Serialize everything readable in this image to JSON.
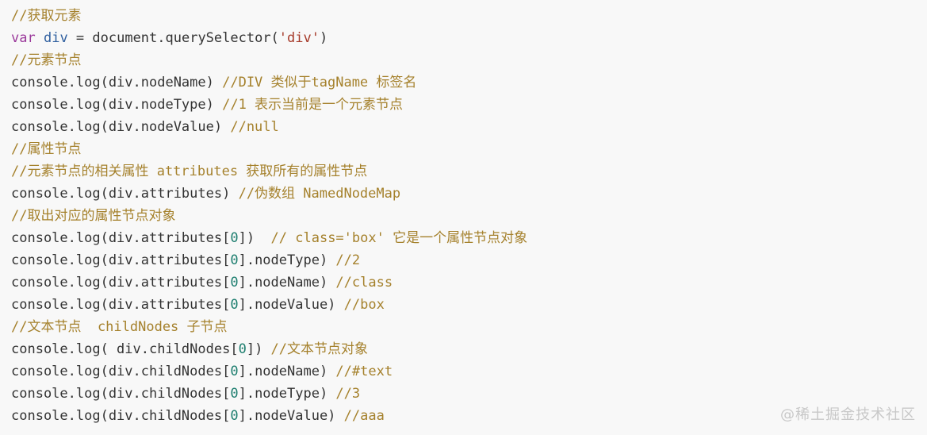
{
  "colors": {
    "background": "#f8f8f8",
    "plain": "#333333",
    "comment": "#a5812c",
    "keyword": "#9b3a9b",
    "variable": "#2f5f9f",
    "string": "#a63a2a",
    "number": "#1f7f70"
  },
  "code_lines": [
    [
      {
        "t": "//获取元素",
        "c": "comment"
      }
    ],
    [
      {
        "t": "var",
        "c": "keyword"
      },
      {
        "t": " "
      },
      {
        "t": "div",
        "c": "var"
      },
      {
        "t": " = document.querySelector("
      },
      {
        "t": "'div'",
        "c": "string"
      },
      {
        "t": ")"
      }
    ],
    [
      {
        "t": "//元素节点",
        "c": "comment"
      }
    ],
    [
      {
        "t": "console.log(div.nodeName) "
      },
      {
        "t": "//DIV 类似于tagName 标签名",
        "c": "comment"
      }
    ],
    [
      {
        "t": "console.log(div.nodeType) "
      },
      {
        "t": "//1 表示当前是一个元素节点",
        "c": "comment"
      }
    ],
    [
      {
        "t": "console.log(div.nodeValue) "
      },
      {
        "t": "//null",
        "c": "comment"
      }
    ],
    [
      {
        "t": "//属性节点",
        "c": "comment"
      }
    ],
    [
      {
        "t": "//元素节点的相关属性 attributes 获取所有的属性节点",
        "c": "comment"
      }
    ],
    [
      {
        "t": "console.log(div.attributes) "
      },
      {
        "t": "//伪数组 NamedNodeMap",
        "c": "comment"
      }
    ],
    [
      {
        "t": "//取出对应的属性节点对象",
        "c": "comment"
      }
    ],
    [
      {
        "t": "console.log(div.attributes["
      },
      {
        "t": "0",
        "c": "number"
      },
      {
        "t": "])  "
      },
      {
        "t": "// class='box' 它是一个属性节点对象",
        "c": "comment"
      }
    ],
    [
      {
        "t": "console.log(div.attributes["
      },
      {
        "t": "0",
        "c": "number"
      },
      {
        "t": "].nodeType) "
      },
      {
        "t": "//2",
        "c": "comment"
      }
    ],
    [
      {
        "t": "console.log(div.attributes["
      },
      {
        "t": "0",
        "c": "number"
      },
      {
        "t": "].nodeName) "
      },
      {
        "t": "//class",
        "c": "comment"
      }
    ],
    [
      {
        "t": "console.log(div.attributes["
      },
      {
        "t": "0",
        "c": "number"
      },
      {
        "t": "].nodeValue) "
      },
      {
        "t": "//box",
        "c": "comment"
      }
    ],
    [
      {
        "t": "//文本节点  childNodes 子节点",
        "c": "comment"
      }
    ],
    [
      {
        "t": "console.log( div.childNodes["
      },
      {
        "t": "0",
        "c": "number"
      },
      {
        "t": "]) "
      },
      {
        "t": "//文本节点对象",
        "c": "comment"
      }
    ],
    [
      {
        "t": "console.log(div.childNodes["
      },
      {
        "t": "0",
        "c": "number"
      },
      {
        "t": "].nodeName) "
      },
      {
        "t": "//#text",
        "c": "comment"
      }
    ],
    [
      {
        "t": "console.log(div.childNodes["
      },
      {
        "t": "0",
        "c": "number"
      },
      {
        "t": "].nodeType) "
      },
      {
        "t": "//3",
        "c": "comment"
      }
    ],
    [
      {
        "t": "console.log(div.childNodes["
      },
      {
        "t": "0",
        "c": "number"
      },
      {
        "t": "].nodeValue) "
      },
      {
        "t": "//aaa",
        "c": "comment"
      }
    ]
  ],
  "watermark": "@稀土掘金技术社区"
}
